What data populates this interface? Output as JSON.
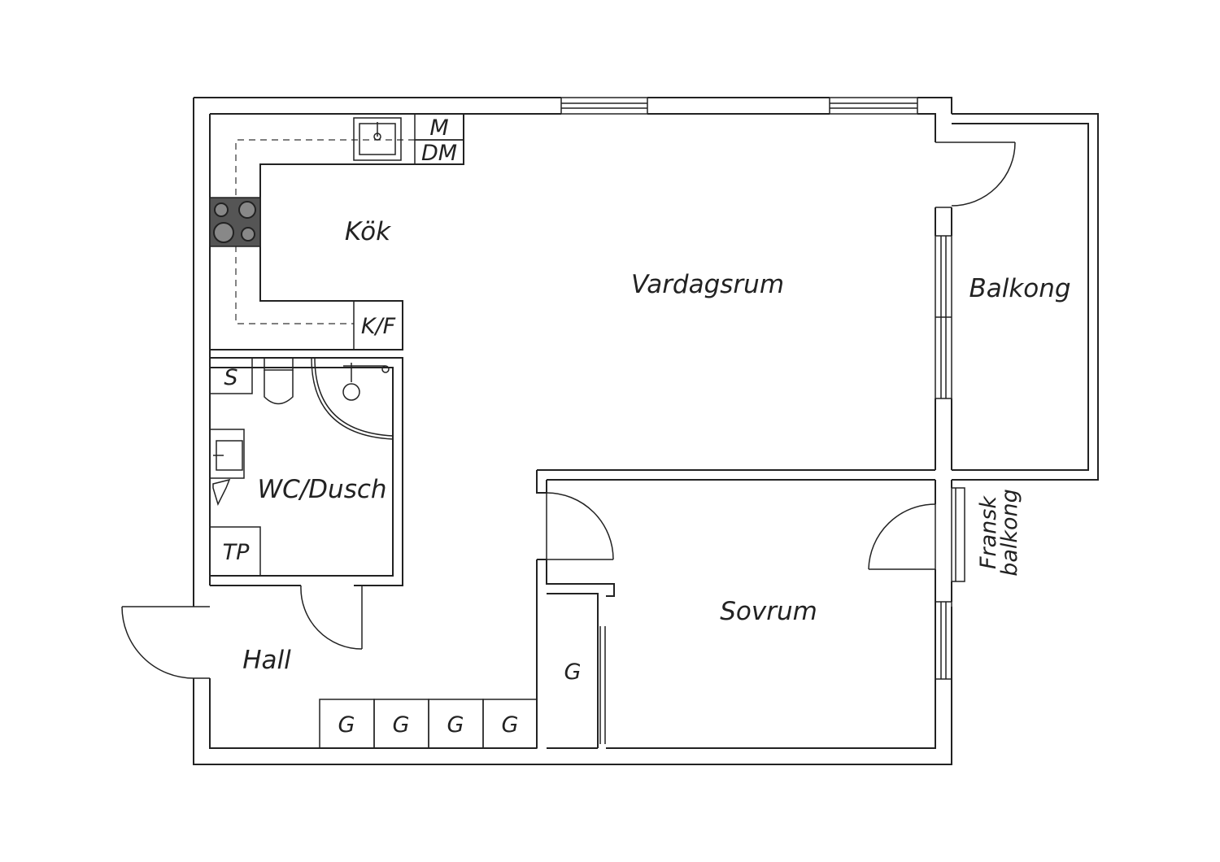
{
  "plan": {
    "rooms": {
      "kok": "Kök",
      "vardagsrum": "Vardagsrum",
      "balkong": "Balkong",
      "wc_dusch": "WC/Dusch",
      "hall": "Hall",
      "sovrum": "Sovrum",
      "fransk_balkong_line1": "Fransk",
      "fransk_balkong_line2": "balkong"
    },
    "fixtures": {
      "microwave": "M",
      "dishwasher": "DM",
      "fridge_freezer": "K/F",
      "storage_s": "S",
      "dryer": "TP",
      "closet": "G"
    }
  },
  "colors": {
    "line": "#222222",
    "stove": "#555555",
    "background": "#ffffff"
  }
}
